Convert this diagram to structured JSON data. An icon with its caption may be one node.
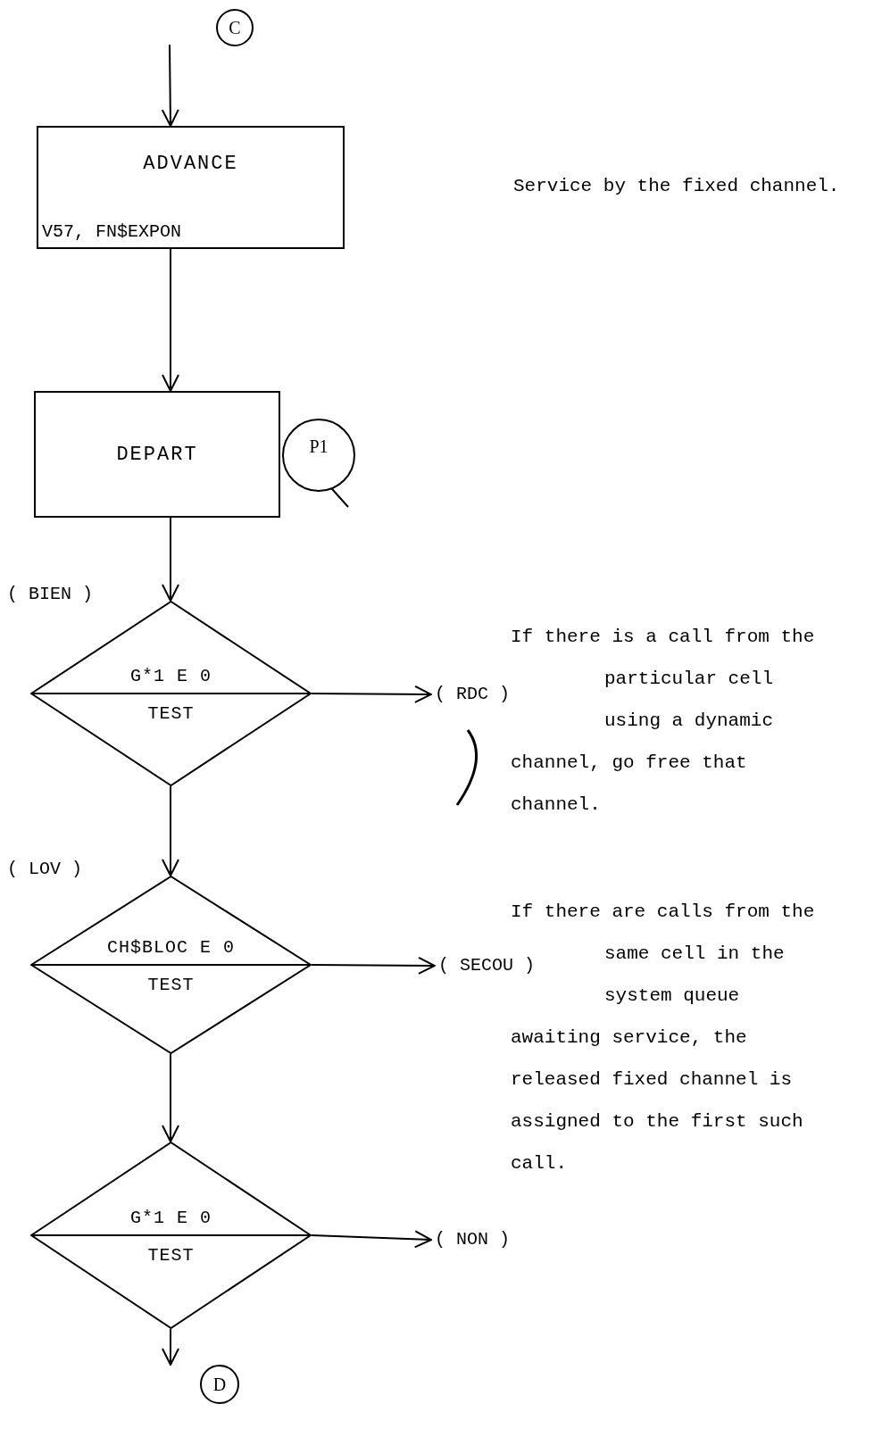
{
  "diagram": {
    "nodes": [
      {
        "text": [
          "C"
        ]
      },
      {
        "text": [
          "ADVANCE",
          "V57, FN$EXPON"
        ]
      },
      {
        "text": [
          "DEPART"
        ]
      },
      {
        "text": [
          "P1"
        ]
      },
      {
        "text": [
          "G*1 E 0",
          "TEST"
        ],
        "beside": [
          "( BIEN )"
        ]
      },
      {
        "text": [
          "( RDC )"
        ]
      },
      {
        "text": [
          "CH$BLOC E 0",
          "TEST"
        ],
        "beside": [
          "( LOV )"
        ]
      },
      {
        "text": [
          "( SECOU )"
        ]
      },
      {
        "text": [
          "G*1 E 0",
          "TEST"
        ]
      },
      {
        "text": [
          "( NON )"
        ]
      },
      {
        "text": [
          "D"
        ]
      }
    ],
    "edges": [
      {
        "from": null,
        "to": 1,
        "arrow": "to"
      },
      {
        "from": 1,
        "to": 2,
        "arrow": "to"
      },
      {
        "from": 2,
        "to": 4,
        "arrow": "to"
      },
      {
        "from": 4,
        "to": 5,
        "arrow": "to"
      },
      {
        "from": 4,
        "to": 6,
        "arrow": "to"
      },
      {
        "from": 6,
        "to": 7,
        "arrow": "to"
      },
      {
        "from": 6,
        "to": 8,
        "arrow": "to"
      },
      {
        "from": 8,
        "to": 9,
        "arrow": "to"
      },
      {
        "from": 8,
        "to": 10,
        "arrow": "to"
      }
    ],
    "labels": [
      "Service by the fixed channel.",
      "If there is a call from the particular cell using a dynamic channel, go free that channel.",
      "If there are calls from the same cell in the system queue awaiting service, the released fixed channel is assigned to the first such call."
    ]
  }
}
